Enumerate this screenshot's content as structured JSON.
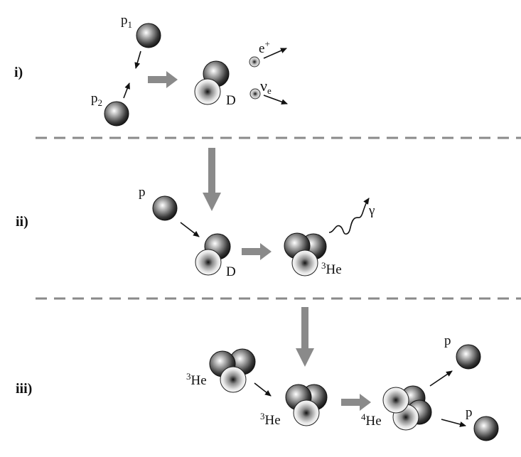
{
  "steps": {
    "i": "i)",
    "ii": "ii)",
    "iii": "iii)"
  },
  "labels": {
    "p": "p",
    "sub1": "1",
    "sub2": "2",
    "e": "e",
    "plus": "+",
    "nu": "ν",
    "nu_sub": "e",
    "D": "D",
    "gamma": "γ",
    "mass3": "3",
    "mass4": "4",
    "He": "He"
  },
  "colors": {
    "proton_dark": "#1a1a1a",
    "neutron_light": "#ffffff",
    "flow_arrow": "#8a8a8a",
    "divider": "#8a8a8a"
  }
}
